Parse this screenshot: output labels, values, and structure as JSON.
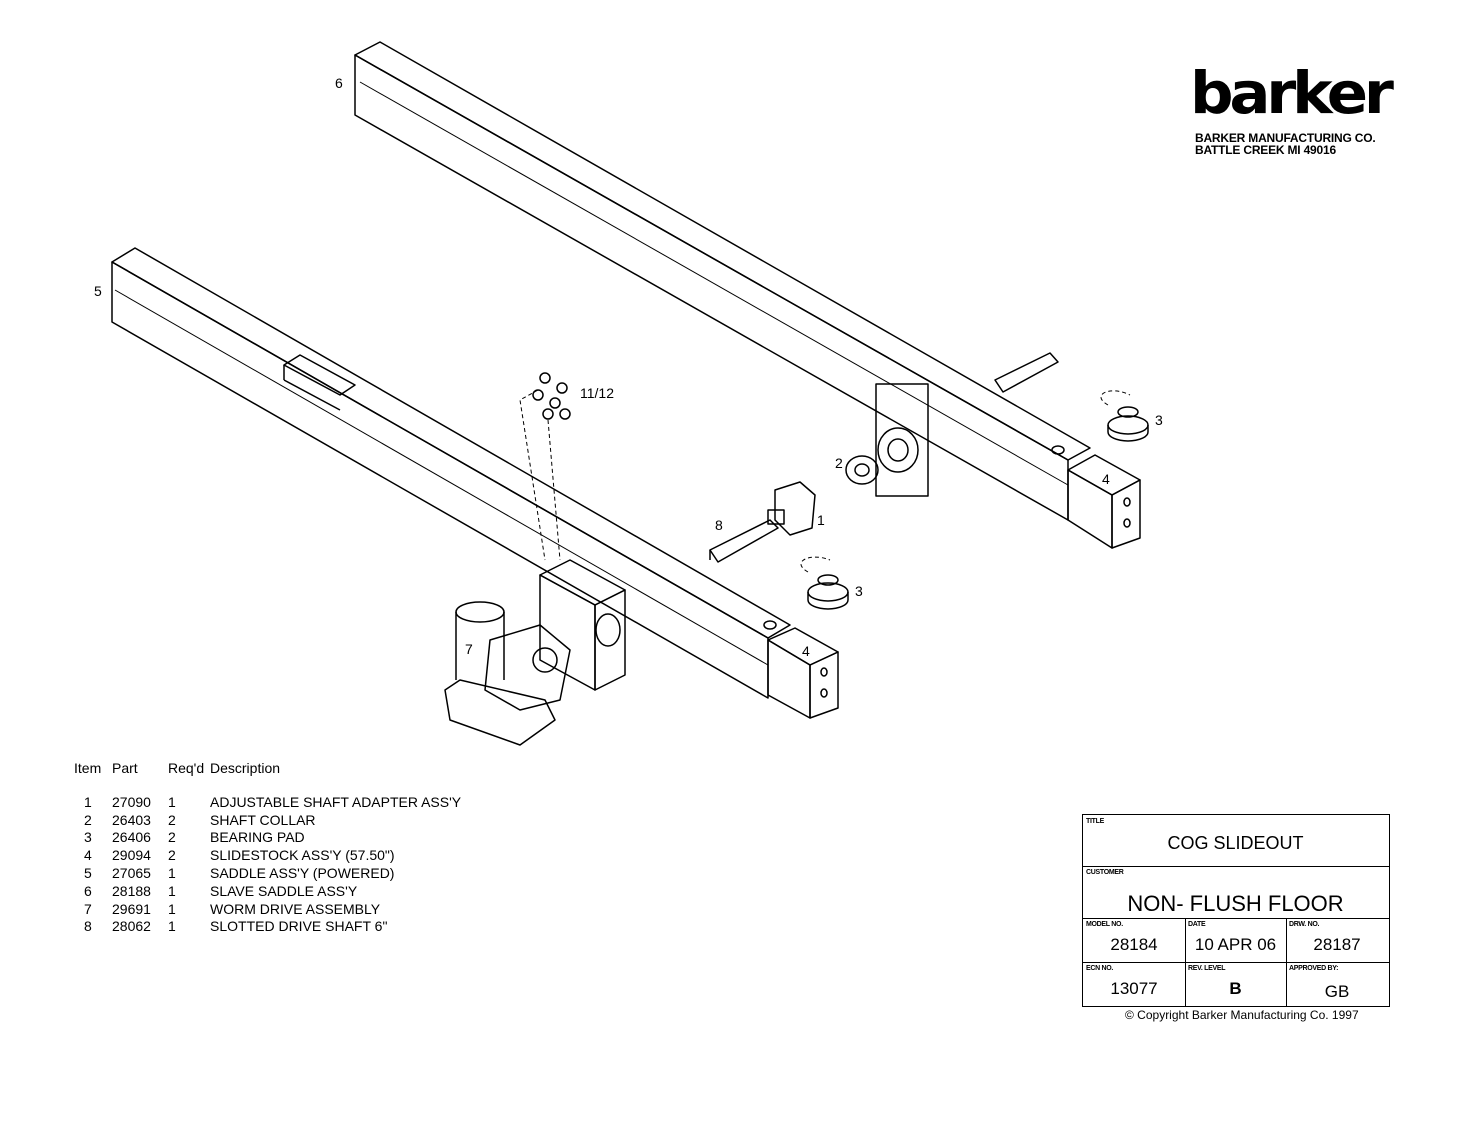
{
  "logo": {
    "wordmark": "barker"
  },
  "company": {
    "name": "BARKER MANUFACTURING CO.",
    "address": "BATTLE CREEK  MI  49016"
  },
  "callouts": {
    "c6": "6",
    "c5": "5",
    "c1112": "11/12",
    "c3a": "3",
    "c2": "2",
    "c4a": "4",
    "c8": "8",
    "c1": "1",
    "c3b": "3",
    "c7": "7",
    "c4b": "4"
  },
  "parts_list": {
    "headers": {
      "item": "Item",
      "part": "Part",
      "reqd": "Req'd",
      "description": "Description"
    },
    "rows": [
      {
        "item": "1",
        "part": "27090",
        "reqd": "1",
        "description": "ADJUSTABLE SHAFT ADAPTER ASS'Y"
      },
      {
        "item": "2",
        "part": "26403",
        "reqd": "2",
        "description": "SHAFT COLLAR"
      },
      {
        "item": "3",
        "part": "26406",
        "reqd": "2",
        "description": "BEARING PAD"
      },
      {
        "item": "4",
        "part": "29094",
        "reqd": "2",
        "description": "SLIDESTOCK ASS'Y (57.50\")"
      },
      {
        "item": "5",
        "part": "27065",
        "reqd": "1",
        "description": "SADDLE ASS'Y (POWERED)"
      },
      {
        "item": "6",
        "part": "28188",
        "reqd": "1",
        "description": "SLAVE SADDLE ASS'Y"
      },
      {
        "item": "7",
        "part": "29691",
        "reqd": "1",
        "description": "WORM DRIVE ASSEMBLY"
      },
      {
        "item": "8",
        "part": "28062",
        "reqd": "1",
        "description": "SLOTTED DRIVE SHAFT 6\""
      }
    ]
  },
  "title_block": {
    "title_label": "TITLE",
    "title": "COG SLIDEOUT",
    "customer_label": "CUSTOMER",
    "customer": "NON- FLUSH FLOOR",
    "model_label": "MODEL NO.",
    "model": "28184",
    "date_label": "DATE",
    "date": "10 APR 06",
    "drw_label": "DRW. NO.",
    "drw": "28187",
    "ecn_label": "ECN NO.",
    "ecn": "13077",
    "rev_label": "REV. LEVEL",
    "rev": "B",
    "approved_label": "APPROVED BY:",
    "approved": "GB"
  },
  "copyright": "© Copyright Barker Manufacturing Co. 1997"
}
